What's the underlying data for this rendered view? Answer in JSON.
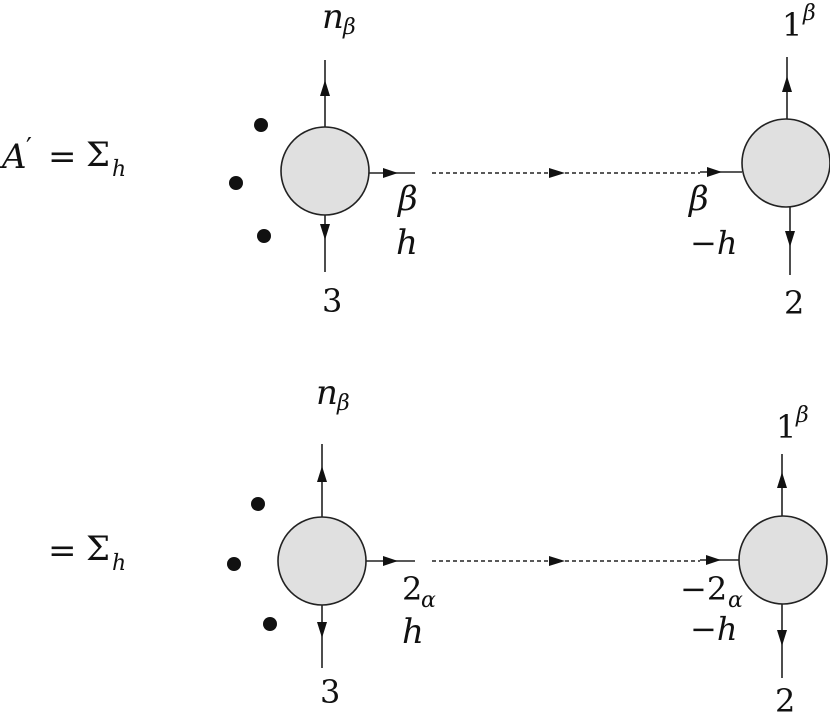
{
  "diagram1": {
    "lhs": {
      "symbol": "A",
      "prime": "′",
      "equals": "=",
      "sum": "Σ",
      "sum_sub": "h"
    },
    "left_blob": {
      "top_label": {
        "base": "n",
        "sub": "β"
      },
      "bottom_label": "3",
      "out_label_1": "β",
      "out_label_2": "h"
    },
    "right_blob": {
      "top_label": {
        "base": "1",
        "sup": "β"
      },
      "bottom_label": "2",
      "in_label_1": "β",
      "in_label_2": "−h"
    }
  },
  "diagram2": {
    "lhs": {
      "equals": "=",
      "sum": "Σ",
      "sum_sub": "h"
    },
    "left_blob": {
      "top_label": {
        "base": "n",
        "sub": "β"
      },
      "bottom_label": "3",
      "out_label_1": {
        "base": "2",
        "sub": "α"
      },
      "out_label_2": "h"
    },
    "right_blob": {
      "top_label": {
        "base": "1",
        "sup": "β"
      },
      "bottom_label": "2",
      "in_label_1": {
        "base": "−2",
        "sub": "α"
      },
      "in_label_2": "−h"
    }
  }
}
